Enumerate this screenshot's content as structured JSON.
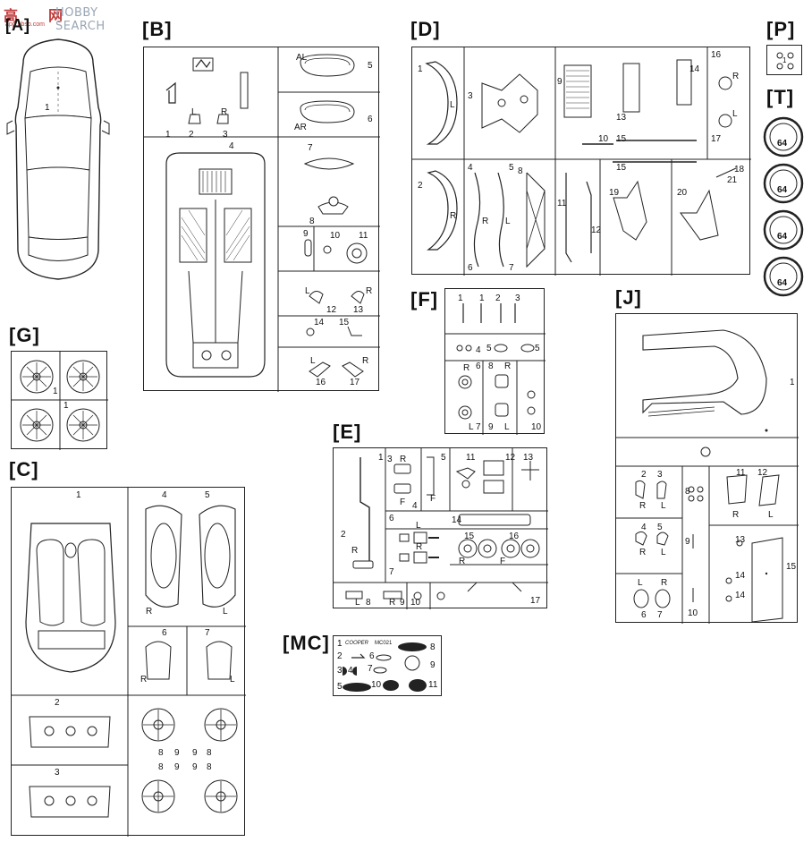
{
  "watermark": {
    "text": "HOBBY SEARCH",
    "cn_logo": "高",
    "cn_logo2": "网",
    "sub": "app.bbsb.com"
  },
  "car_top": {
    "part": "1",
    "label": "[A]"
  },
  "sprues": {
    "A": {
      "label": "[A]"
    },
    "B": {
      "label": "[B]",
      "parts": [
        "1",
        "2",
        "3",
        "4",
        "5",
        "6",
        "7",
        "8",
        "9",
        "10",
        "11",
        "12",
        "13",
        "14",
        "15",
        "16",
        "17"
      ],
      "sides": {
        "l2": "L",
        "r3": "R",
        "al": "AL",
        "ar": "AR",
        "l12": "L",
        "r13": "R",
        "l16": "L",
        "r17": "R"
      }
    },
    "C": {
      "label": "[C]",
      "parts": [
        "1",
        "2",
        "3",
        "4",
        "5",
        "6",
        "7",
        "8",
        "9"
      ],
      "sides": {
        "r4": "R",
        "l5": "L",
        "r6": "R",
        "l7": "L"
      }
    },
    "D": {
      "label": "[D]",
      "parts": [
        "1",
        "2",
        "3",
        "4",
        "5",
        "6",
        "7",
        "8",
        "9",
        "10",
        "11",
        "12",
        "13",
        "14",
        "15",
        "16",
        "17",
        "18",
        "19",
        "20",
        "21"
      ],
      "sides": {
        "l1": "L",
        "r2": "R",
        "r4": "R",
        "l5": "L",
        "r16": "R",
        "l17": "L"
      }
    },
    "E": {
      "label": "[E]",
      "parts": [
        "1",
        "2",
        "3",
        "4",
        "5",
        "6",
        "7",
        "8",
        "9",
        "10",
        "11",
        "12",
        "13",
        "14",
        "15",
        "16",
        "17"
      ],
      "sides": {
        "r3": "R",
        "f4": "F",
        "f5": "F",
        "r2": "R",
        "l6": "L",
        "r7": "R",
        "l8": "L",
        "r9": "R",
        "r15": "R",
        "f16": "F"
      }
    },
    "F": {
      "label": "[F]",
      "parts": [
        "1",
        "2",
        "3",
        "4",
        "5",
        "6",
        "7",
        "8",
        "9",
        "10"
      ],
      "sides": {
        "r6": "R",
        "l7": "L",
        "r8": "R",
        "l9": "L"
      }
    },
    "G": {
      "label": "[G]",
      "parts": [
        "1"
      ]
    },
    "J": {
      "label": "[J]",
      "parts": [
        "1",
        "2",
        "3",
        "4",
        "5",
        "6",
        "7",
        "8",
        "9",
        "10",
        "11",
        "12",
        "13",
        "14",
        "15"
      ],
      "sides": {
        "r2": "R",
        "l3": "L",
        "r4": "R",
        "l5": "L",
        "l6": "L",
        "r7": "R",
        "r11": "R",
        "l12": "L"
      }
    },
    "MC": {
      "label": "[MC]",
      "parts": [
        "1",
        "2",
        "3",
        "4",
        "5",
        "6",
        "7",
        "8",
        "9",
        "10",
        "11"
      ],
      "text_cooper": "COOPER",
      "text_code": "MC021"
    },
    "P": {
      "label": "[P]",
      "parts": [
        "1"
      ]
    },
    "T": {
      "label": "[T]",
      "tire_text": "64"
    }
  }
}
